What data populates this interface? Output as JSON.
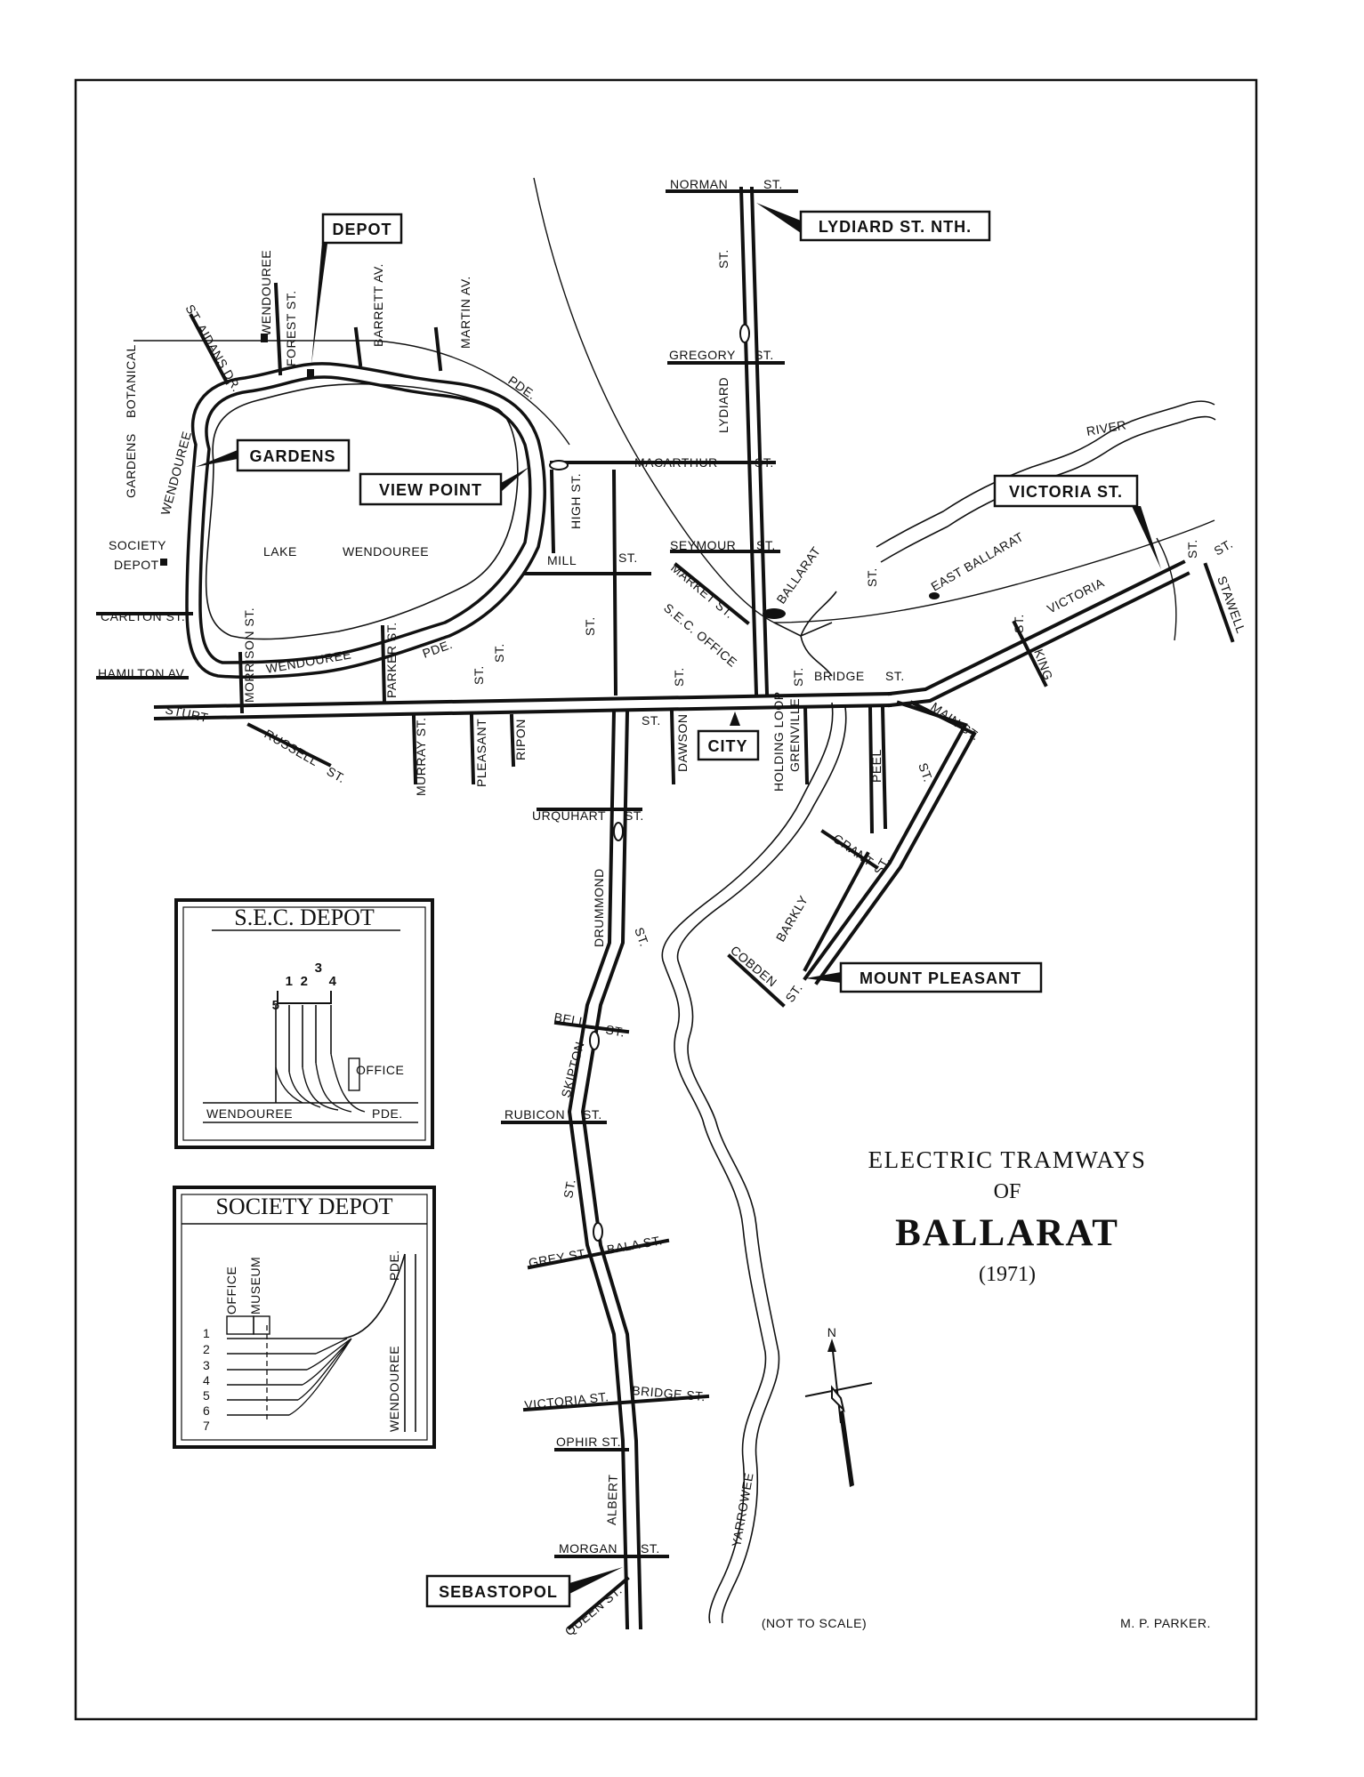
{
  "title": {
    "line1": "ELECTRIC TRAMWAYS",
    "line2": "OF",
    "line3": "BALLARAT",
    "line4": "(1971)"
  },
  "credits": {
    "scale_note": "(NOT TO SCALE)",
    "author": "M. P. PARKER."
  },
  "compass": {
    "north": "N"
  },
  "boxed_labels": {
    "depot": "DEPOT",
    "lydiard_nth": "LYDIARD ST. NTH.",
    "gardens": "GARDENS",
    "view_point": "VIEW POINT",
    "victoria_st": "VICTORIA ST.",
    "city": "CITY",
    "mount_pleasant": "MOUNT PLEASANT",
    "sebastopol": "SEBASTOPOL"
  },
  "streets": {
    "norman": "NORMAN",
    "st": "ST.",
    "gregory": "GREGORY",
    "lydiard": "LYDIARD",
    "macarthur": "MACARTHUR",
    "seymour": "SEYMOUR",
    "mill": "MILL",
    "high_st": "HIGH ST.",
    "market_st": "MARKET ST.",
    "sec_office": "S.E.C. OFFICE",
    "ballarat": "BALLARAT",
    "east_ballarat": "EAST BALLARAT",
    "bridge": "BRIDGE",
    "victoria": "VICTORIA",
    "king": "KING",
    "stawell": "STAWELL",
    "main_st": "MAIN ST.",
    "dawson": "DAWSON",
    "holding_loop": "HOLDING LOOP",
    "grenville": "GRENVILLE",
    "peel": "PEEL",
    "grant": "GRANT",
    "barkly": "BARKLY",
    "cobden": "COBDEN",
    "urquhart": "URQUHART",
    "drummond": "DRUMMOND",
    "bell": "BELL",
    "skipton": "SKIPTON",
    "rubicon": "RUBICON",
    "grey_st": "GREY ST.",
    "bala_st": "BALA ST.",
    "victoria_st2": "VICTORIA ST.",
    "bridge_st": "BRIDGE ST.",
    "ophir_st": "OPHIR ST.",
    "albert": "ALBERT",
    "morgan": "MORGAN",
    "queen_st": "QUEEN ST.",
    "yarrowee": "YARROWEE",
    "river": "RIVER",
    "wendouree": "WENDOUREE",
    "forest_st": "FOREST ST.",
    "barrett_av": "BARRETT AV.",
    "martin_av": "MARTIN AV.",
    "pde": "PDE.",
    "st_aidans_dr": "ST. AIDANS DR.",
    "botanical": "BOTANICAL",
    "gardens": "GARDENS",
    "lake": "LAKE",
    "society": "SOCIETY",
    "depot": "DEPOT",
    "carlton_st": "CARLTON ST.",
    "hamilton_av": "HAMILTON AV.",
    "sturt": "STURT",
    "russell": "RUSSELL",
    "morrison_st": "MORRISON ST.",
    "parker_st": "PARKER ST.",
    "murray_st": "MURRAY ST.",
    "pleasant": "PLEASANT",
    "ripon": "RIPON"
  },
  "insets": {
    "sec_depot": {
      "title": "S.E.C. DEPOT",
      "tracks": [
        "1",
        "2",
        "3",
        "4",
        "5"
      ],
      "office": "OFFICE",
      "road_left": "WENDOUREE",
      "road_right": "PDE."
    },
    "society_depot": {
      "title": "SOCIETY DEPOT",
      "tracks": [
        "7",
        "6",
        "5",
        "4",
        "3",
        "2",
        "1"
      ],
      "office": "OFFICE",
      "museum": "MUSEUM",
      "road": "WENDOUREE",
      "road2": "PDE."
    }
  }
}
